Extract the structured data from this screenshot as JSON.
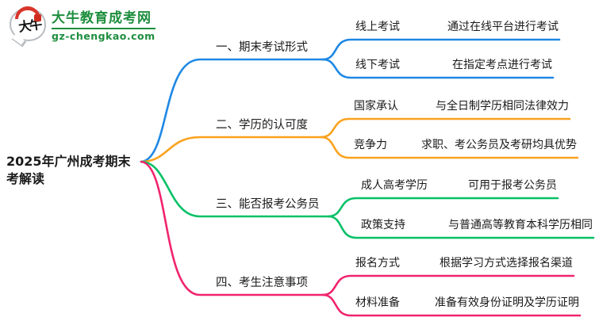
{
  "logo": {
    "title": "大牛教育成考网",
    "domain": "gz-chengkao.com",
    "icon_text": "大牛",
    "green": "#1e8e3e",
    "red": "#d8362a"
  },
  "root": {
    "label": "2025年广州成考期末考解读"
  },
  "colors": {
    "blue": "#1e88e5",
    "orange": "#faa21e",
    "green": "#06c167",
    "pink": "#f0246e"
  },
  "branches": [
    {
      "label": "一、期末考试形式",
      "color": "#1e88e5",
      "children": [
        {
          "key": "线上考试",
          "desc": "通过在线平台进行考试"
        },
        {
          "key": "线下考试",
          "desc": "在指定考点进行考试"
        }
      ]
    },
    {
      "label": "二、学历的认可度",
      "color": "#faa21e",
      "children": [
        {
          "key": "国家承认",
          "desc": "与全日制学历相同法律效力"
        },
        {
          "key": "竞争力",
          "desc": "求职、考公务员及考研均具优势"
        }
      ]
    },
    {
      "label": "三、能否报考公务员",
      "color": "#06c167",
      "children": [
        {
          "key": "成人高考学历",
          "desc": "可用于报考公务员"
        },
        {
          "key": "政策支持",
          "desc": "与普通高等教育本科学历相同"
        }
      ]
    },
    {
      "label": "四、考生注意事项",
      "color": "#f0246e",
      "children": [
        {
          "key": "报名方式",
          "desc": "根据学习方式选择报名渠道"
        },
        {
          "key": "材料准备",
          "desc": "准备有效身份证明及学历证明"
        }
      ]
    }
  ]
}
